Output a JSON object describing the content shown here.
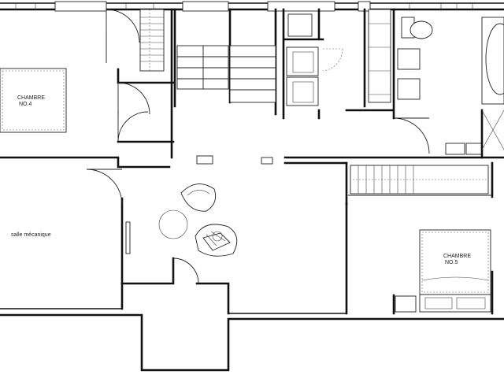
{
  "rooms": {
    "chambre4": {
      "line1": "CHAMBRE",
      "line2": "NO.4"
    },
    "salle_mecanique": {
      "label": "salle mécanique"
    },
    "chambre5": {
      "line1": "CHAMBRE",
      "line2": "NO.5"
    }
  }
}
